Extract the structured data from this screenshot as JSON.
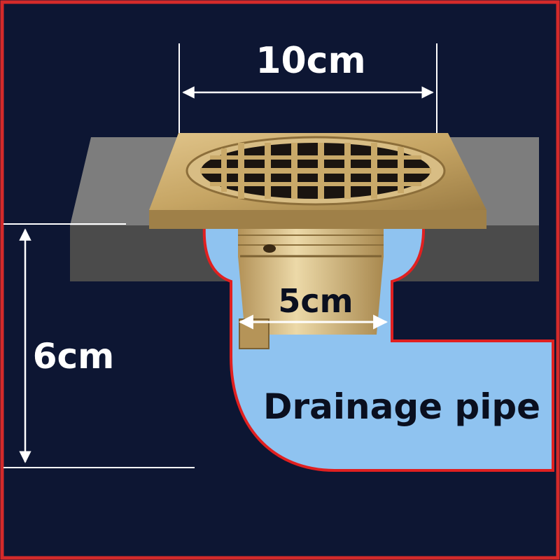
{
  "diagram": {
    "labels": {
      "width_top": "10cm",
      "width_pipe": "5cm",
      "height_side": "6cm",
      "pipe_name": "Drainage pipe"
    },
    "colors": {
      "background": "#0d1633",
      "frame": "#d42a2a",
      "slab_top": "#7d7d7d",
      "slab_front": "#4b4b4b",
      "water": "#8fc3f0",
      "brass": "#c9a969",
      "dimension_lines": "#ffffff"
    }
  }
}
